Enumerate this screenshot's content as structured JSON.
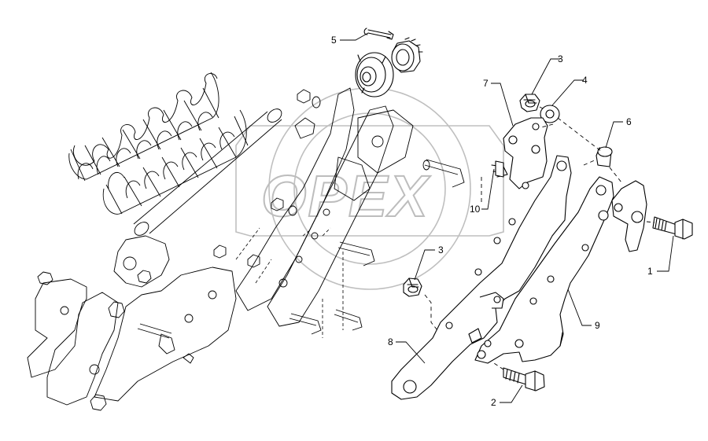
{
  "watermark": {
    "text": "OPEX"
  },
  "callouts": [
    {
      "id": "1",
      "label": "1"
    },
    {
      "id": "2",
      "label": "2"
    },
    {
      "id": "3a",
      "label": "3"
    },
    {
      "id": "3b",
      "label": "3"
    },
    {
      "id": "4",
      "label": "4"
    },
    {
      "id": "5",
      "label": "5"
    },
    {
      "id": "6",
      "label": "6"
    },
    {
      "id": "7",
      "label": "7"
    },
    {
      "id": "8",
      "label": "8"
    },
    {
      "id": "9",
      "label": "9"
    },
    {
      "id": "10",
      "label": "10"
    }
  ]
}
